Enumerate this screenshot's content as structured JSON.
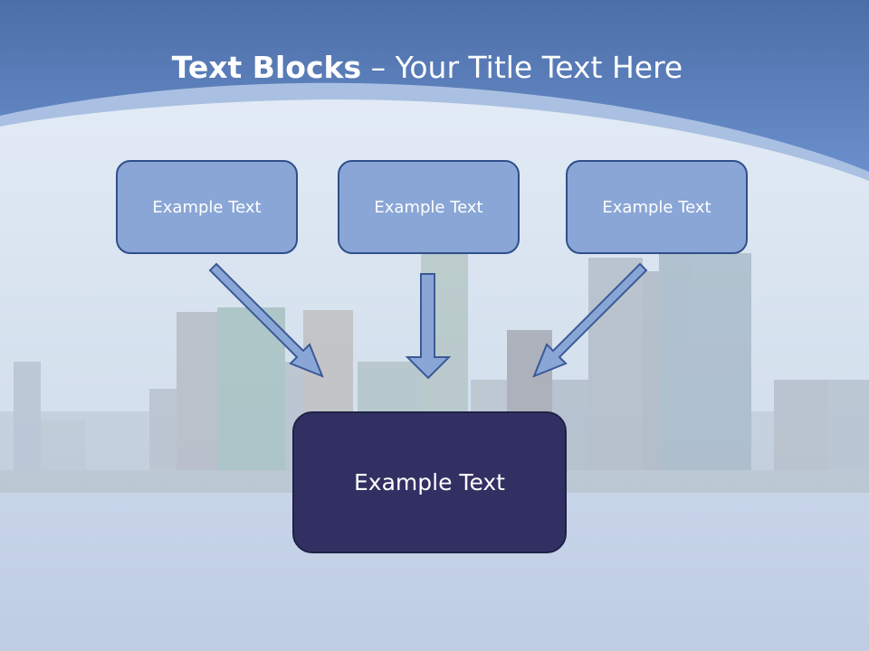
{
  "title": {
    "bold_part": "Text Blocks",
    "separator": " – ",
    "regular_part": "Your Title Text Here"
  },
  "blocks": [
    {
      "label": "Example Text"
    },
    {
      "label": "Example Text"
    },
    {
      "label": "Example Text"
    }
  ],
  "target": {
    "label": "Example Text"
  },
  "colors": {
    "header": "#5a7fc0",
    "box_fill": "#8aa6d6",
    "box_border": "#2f4f8a",
    "target_fill": "#323063",
    "arrow_fill": "#8aa6d6"
  }
}
